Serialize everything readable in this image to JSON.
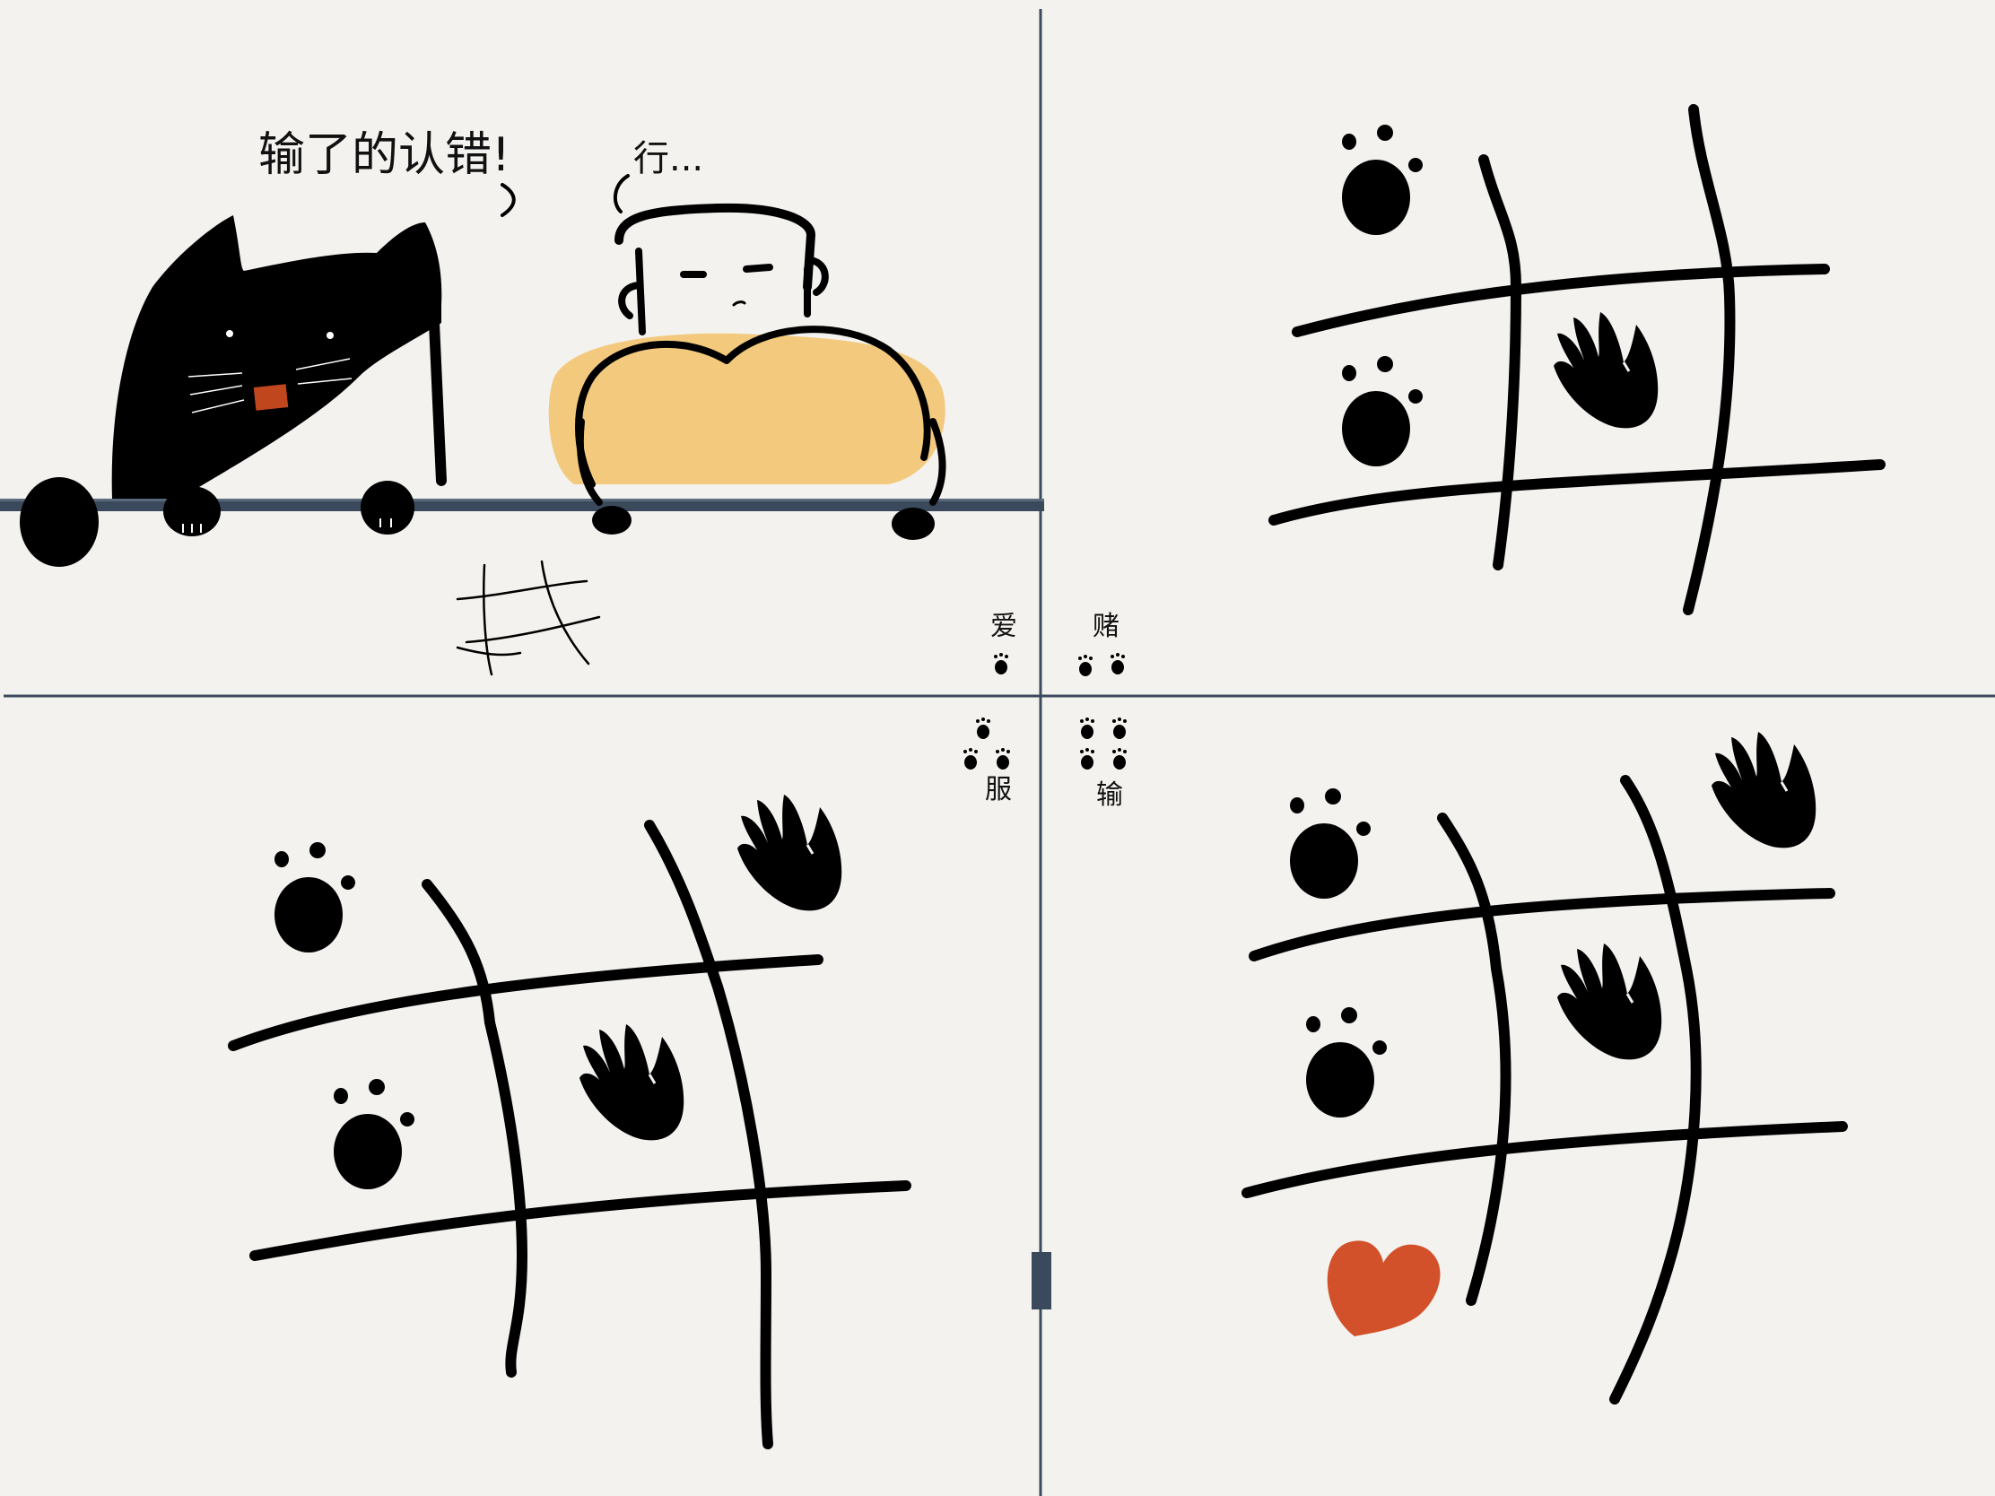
{
  "panel1": {
    "cat_speech": "输了的认错!",
    "human_speech": "行..."
  },
  "legend": {
    "top_left": "爱",
    "top_right": "赌",
    "bottom_left": "服",
    "bottom_right": "输"
  },
  "colors": {
    "ink": "#000000",
    "divider": "#3a4a5c",
    "background": "#f3f2ee",
    "pillow": "#f3c470",
    "cat_tag": "#c0461e",
    "heart": "#d2502a"
  },
  "icons": [
    "paw-print-icon",
    "hand-print-icon",
    "heart-icon"
  ]
}
